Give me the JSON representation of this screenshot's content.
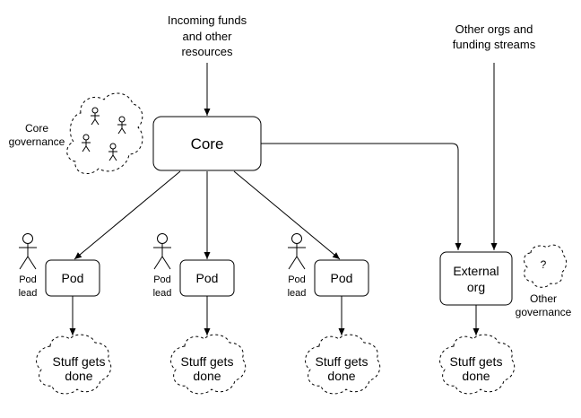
{
  "labels": {
    "incoming_funds": [
      "Incoming funds",
      "and other",
      "resources"
    ],
    "other_orgs": [
      "Other orgs and",
      "funding streams"
    ],
    "core_governance": [
      "Core",
      "governance"
    ],
    "other_governance": [
      "Other",
      "governance"
    ],
    "core": "Core",
    "pod": "Pod",
    "pod_lead": [
      "Pod",
      "lead"
    ],
    "external_org": [
      "External",
      "org"
    ],
    "stuff_done": [
      "Stuff gets",
      "done"
    ],
    "unknown": "?"
  },
  "colors": {
    "stroke": "#000000",
    "fill": "#ffffff"
  }
}
